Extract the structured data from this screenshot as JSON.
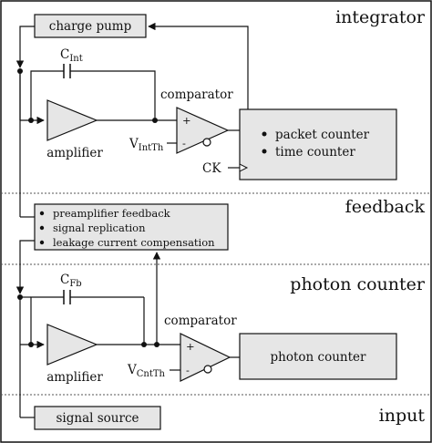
{
  "sections": {
    "integrator": "integrator",
    "feedback": "feedback",
    "photon_counter": "photon counter",
    "input": "input"
  },
  "blocks": {
    "charge_pump": "charge pump",
    "integrator_counter_items": [
      "packet counter",
      "time counter"
    ],
    "feedback_items": [
      "preamplifier feedback",
      "signal replication",
      "leakage current compensation"
    ],
    "photon_counter_block": "photon counter",
    "signal_source": "signal source"
  },
  "labels": {
    "comparator_top": "comparator",
    "comparator_bottom": "comparator",
    "amplifier_top": "amplifier",
    "amplifier_bottom": "amplifier",
    "cap_top_main": "C",
    "cap_top_sub": "Int",
    "cap_bottom_main": "C",
    "cap_bottom_sub": "Fb",
    "vth_top_main": "V",
    "vth_top_sub": "IntTh",
    "vth_bottom_main": "V",
    "vth_bottom_sub": "CntTh",
    "clock": "CK",
    "plus": "+",
    "minus": "-"
  },
  "colors": {
    "block_fill": "#e6e6e6",
    "stroke": "#111111",
    "divider": "#555555"
  }
}
